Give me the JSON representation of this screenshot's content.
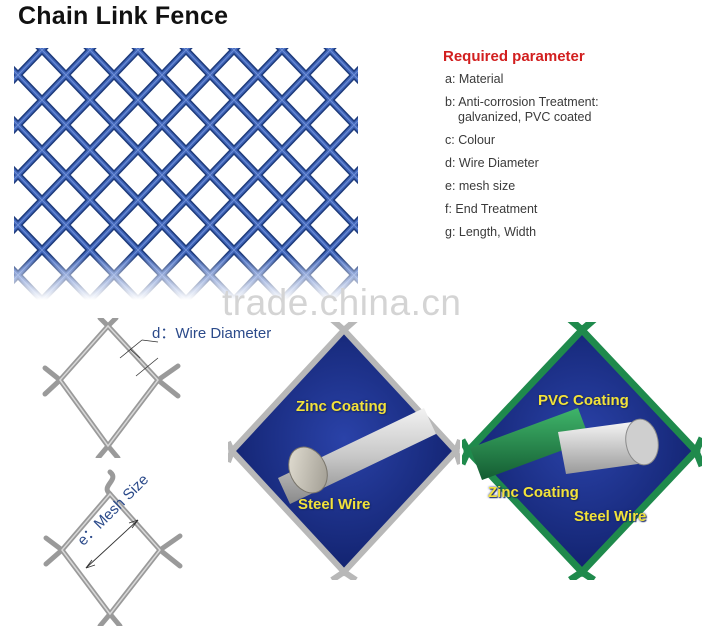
{
  "title": "Chain Link Fence",
  "params": {
    "heading": "Required parameter",
    "items": [
      {
        "text": "a: Material"
      },
      {
        "text": "b: Anti-corrosion Treatment:",
        "sub": "galvanized, PVC coated"
      },
      {
        "text": "c: Colour"
      },
      {
        "text": "d: Wire Diameter"
      },
      {
        "text": "e: mesh size"
      },
      {
        "text": "f: End Treatment"
      },
      {
        "text": "g: Length, Width"
      }
    ]
  },
  "watermark": "trade.china.cn",
  "diagrams": {
    "wire_diameter_label": "d：Wire Diameter",
    "mesh_size_label": "e：Mesh Size"
  },
  "zinc_panel": {
    "coating_label": "Zinc Coating",
    "wire_label": "Steel Wire"
  },
  "pvc_panel": {
    "coating_label": "PVC Coating",
    "zinc_label": "Zinc Coating",
    "wire_label": "Steel Wire"
  },
  "colors": {
    "mesh_blue": "#2d4e9c",
    "heading_red": "#d21f1f",
    "callout_yellow": "#f2e23a",
    "pvc_green": "#1f8a4c",
    "panel_blue": "#1c2f8a"
  }
}
